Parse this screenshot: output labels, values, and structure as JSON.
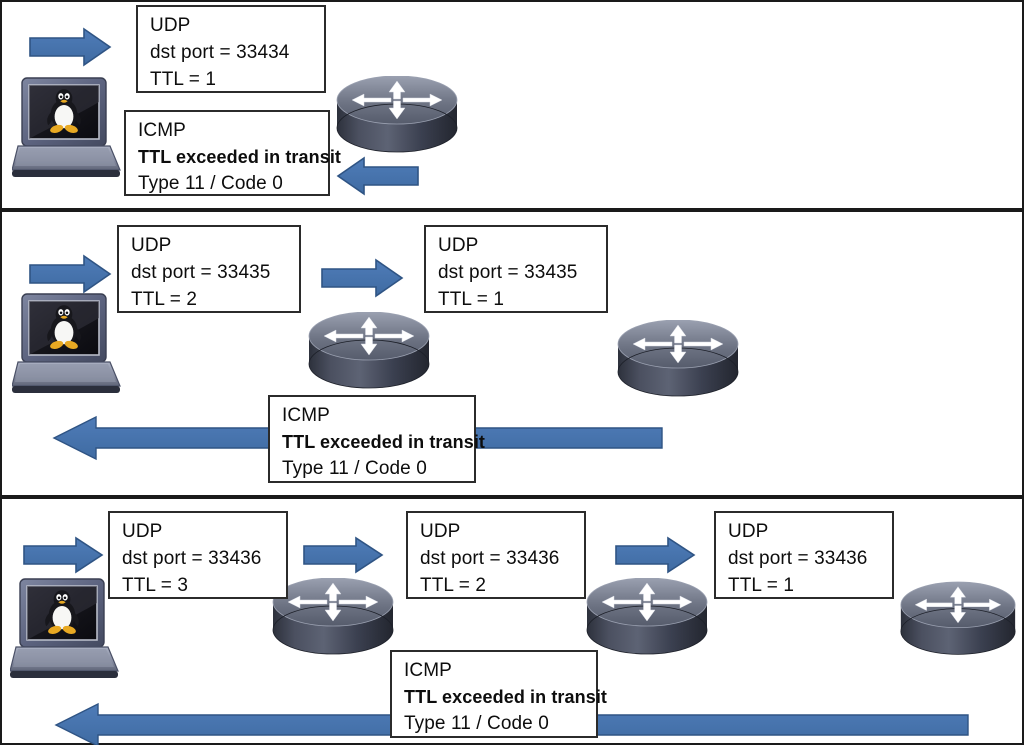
{
  "diagram": {
    "title": "traceroute UDP probe and ICMP time-exceeded sequence",
    "colors": {
      "arrow_fill": "#4472a8",
      "arrow_stroke": "#2f5484",
      "box_border": "#2b2b2b",
      "box_fill": "#ffffff",
      "divider": "#1a1a1a",
      "router_body": "#3b3f4d",
      "router_top": "#767c8c",
      "laptop_screen": "#1b1b22"
    },
    "panels": [
      {
        "id": "panel-ttl-1",
        "hop_count": 1,
        "icons": [
          {
            "type": "laptop",
            "name": "host-laptop-linux"
          },
          {
            "type": "router",
            "name": "router-hop-1"
          }
        ],
        "arrows": [
          {
            "name": "udp-probe-arrow",
            "direction": "right"
          },
          {
            "name": "icmp-reply-arrow",
            "direction": "left"
          }
        ],
        "boxes": [
          {
            "name": "udp-packet-box",
            "lines": [
              {
                "text": "UDP",
                "bold": false
              },
              {
                "text": "dst port = 33434",
                "bold": false
              },
              {
                "text": "TTL = 1",
                "bold": false
              }
            ]
          },
          {
            "name": "icmp-reply-box",
            "lines": [
              {
                "text": "ICMP",
                "bold": false
              },
              {
                "text": "TTL exceeded in transit",
                "bold": true
              },
              {
                "text": "Type 11 / Code 0",
                "bold": false
              }
            ]
          }
        ]
      },
      {
        "id": "panel-ttl-2",
        "hop_count": 2,
        "icons": [
          {
            "type": "laptop",
            "name": "host-laptop-linux"
          },
          {
            "type": "router",
            "name": "router-hop-1"
          },
          {
            "type": "router",
            "name": "router-hop-2"
          }
        ],
        "arrows": [
          {
            "name": "udp-probe-arrow-1",
            "direction": "right"
          },
          {
            "name": "udp-probe-arrow-2",
            "direction": "right"
          },
          {
            "name": "icmp-reply-arrow-long",
            "direction": "left"
          }
        ],
        "boxes": [
          {
            "name": "udp-packet-box-1",
            "lines": [
              {
                "text": "UDP",
                "bold": false
              },
              {
                "text": "dst port = 33435",
                "bold": false
              },
              {
                "text": "TTL = 2",
                "bold": false
              }
            ]
          },
          {
            "name": "udp-packet-box-2",
            "lines": [
              {
                "text": "UDP",
                "bold": false
              },
              {
                "text": "dst port = 33435",
                "bold": false
              },
              {
                "text": "TTL = 1",
                "bold": false
              }
            ]
          },
          {
            "name": "icmp-reply-box",
            "lines": [
              {
                "text": "ICMP",
                "bold": false
              },
              {
                "text": "TTL exceeded in transit",
                "bold": true
              },
              {
                "text": "Type 11 / Code 0",
                "bold": false
              }
            ]
          }
        ]
      },
      {
        "id": "panel-ttl-3",
        "hop_count": 3,
        "icons": [
          {
            "type": "laptop",
            "name": "host-laptop-linux"
          },
          {
            "type": "router",
            "name": "router-hop-1"
          },
          {
            "type": "router",
            "name": "router-hop-2"
          },
          {
            "type": "router",
            "name": "router-hop-3"
          }
        ],
        "arrows": [
          {
            "name": "udp-probe-arrow-1",
            "direction": "right"
          },
          {
            "name": "udp-probe-arrow-2",
            "direction": "right"
          },
          {
            "name": "udp-probe-arrow-3",
            "direction": "right"
          },
          {
            "name": "icmp-reply-arrow-long",
            "direction": "left"
          }
        ],
        "boxes": [
          {
            "name": "udp-packet-box-1",
            "lines": [
              {
                "text": "UDP",
                "bold": false
              },
              {
                "text": "dst port = 33436",
                "bold": false
              },
              {
                "text": "TTL = 3",
                "bold": false
              }
            ]
          },
          {
            "name": "udp-packet-box-2",
            "lines": [
              {
                "text": "UDP",
                "bold": false
              },
              {
                "text": "dst port = 33436",
                "bold": false
              },
              {
                "text": "TTL = 2",
                "bold": false
              }
            ]
          },
          {
            "name": "udp-packet-box-3",
            "lines": [
              {
                "text": "UDP",
                "bold": false
              },
              {
                "text": "dst port = 33436",
                "bold": false
              },
              {
                "text": "TTL = 1",
                "bold": false
              }
            ]
          },
          {
            "name": "icmp-reply-box",
            "lines": [
              {
                "text": "ICMP",
                "bold": false
              },
              {
                "text": "TTL exceeded in transit",
                "bold": true
              },
              {
                "text": "Type 11 / Code 0",
                "bold": false
              }
            ]
          }
        ]
      }
    ]
  }
}
